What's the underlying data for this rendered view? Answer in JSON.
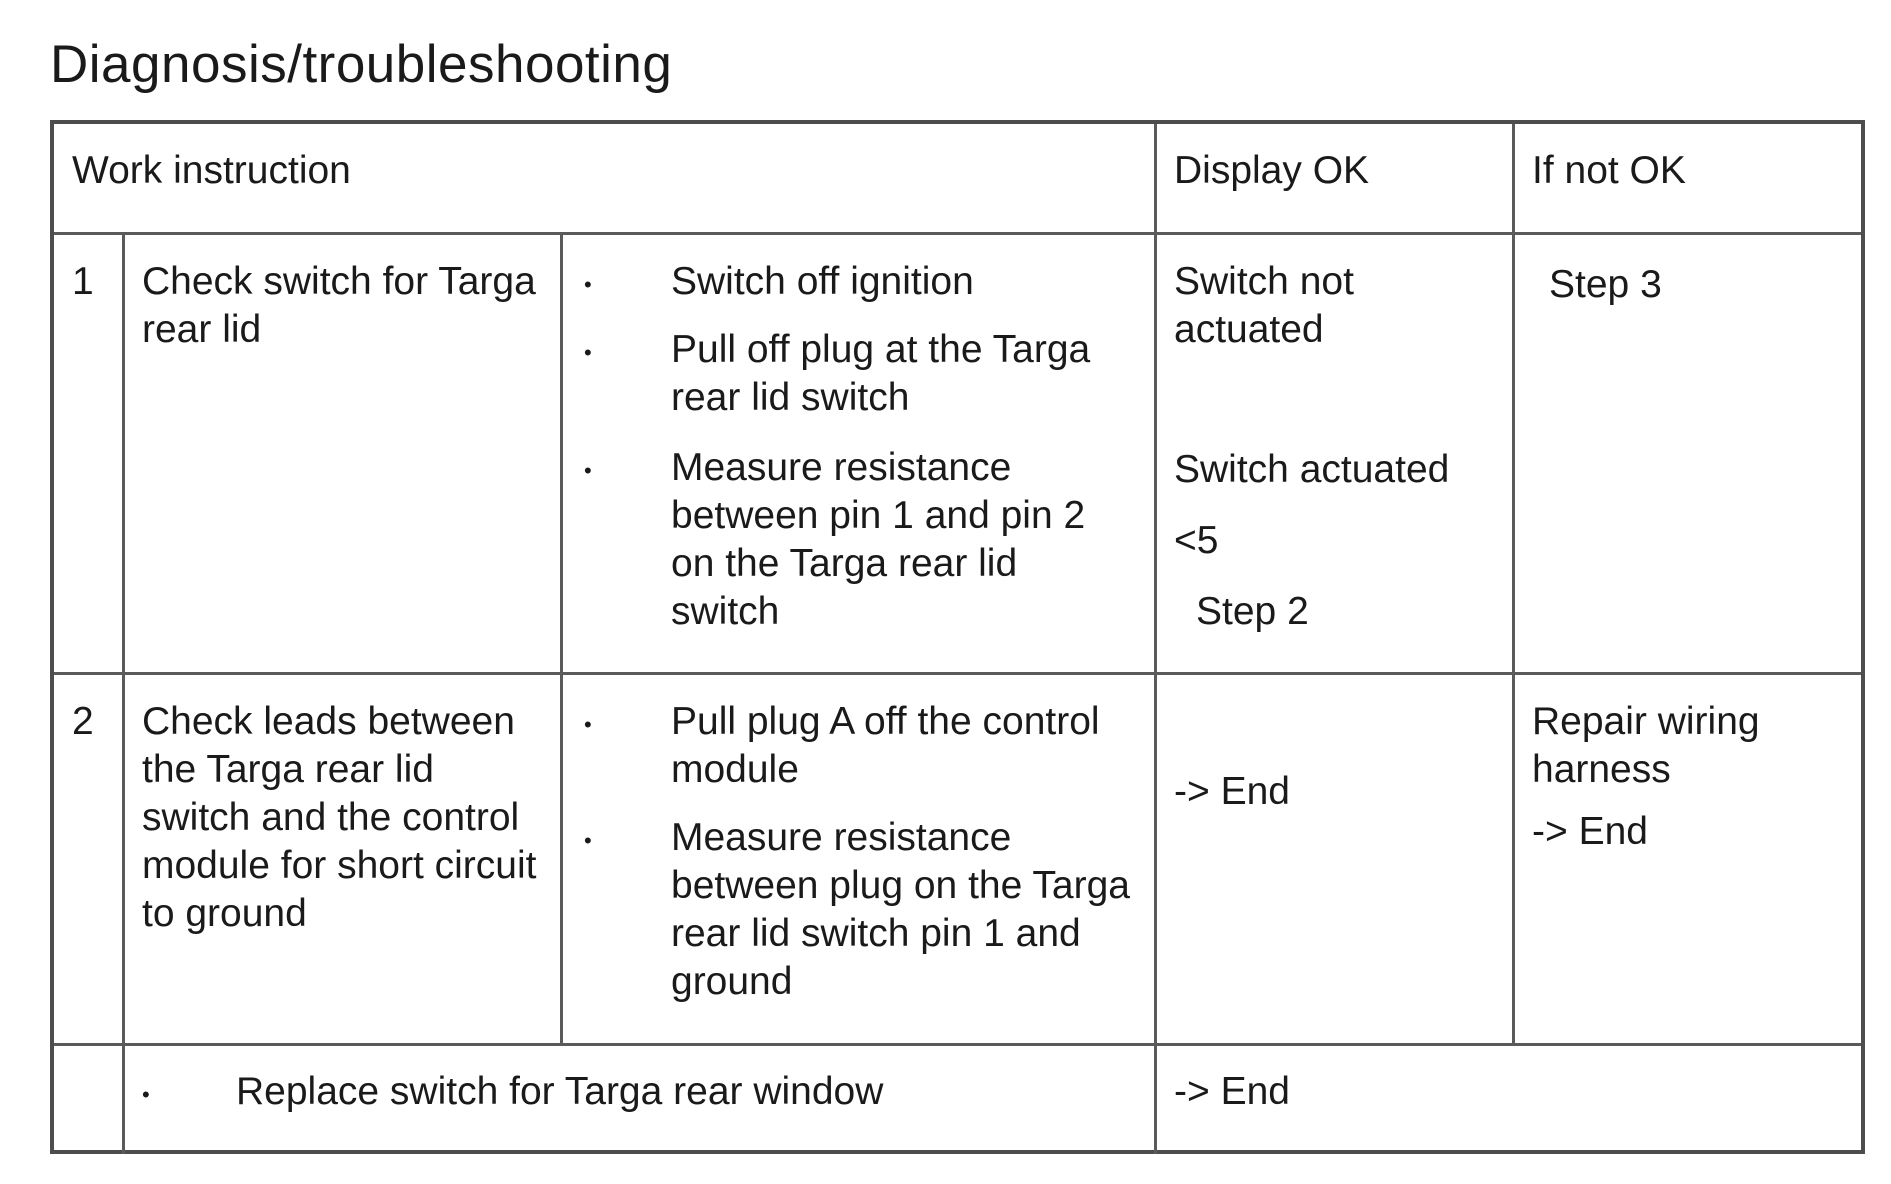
{
  "title": "Diagnosis/troubleshooting",
  "headers": {
    "work_instruction": "Work instruction",
    "display_ok": "Display OK",
    "if_not_ok": "If not OK"
  },
  "rows": [
    {
      "step": "1",
      "check": [
        "Check switch for Targa",
        "rear lid"
      ],
      "actions": [
        [
          "Switch off ignition"
        ],
        [
          "Pull off plug at the Targa",
          "rear lid switch"
        ],
        [
          "Measure resistance",
          "between pin 1 and pin 2",
          "on the Targa rear lid",
          "switch"
        ]
      ],
      "display_ok": {
        "line1": "Switch not",
        "line2": "actuated",
        "line3": "Switch actuated",
        "line4": "<5",
        "line5": "Step 2"
      },
      "if_not_ok": "Step 3"
    },
    {
      "step": "2",
      "check": [
        "Check leads between",
        "the Targa rear lid",
        "switch and the control",
        "module for short circuit",
        "to ground"
      ],
      "actions": [
        [
          "Pull plug A off the control",
          "module"
        ],
        [
          "Measure resistance",
          "between plug on the Targa",
          "rear lid switch pin 1 and",
          "ground"
        ]
      ],
      "display_ok": "-> End",
      "if_not_ok": [
        "Repair wiring",
        "harness",
        "-> End"
      ]
    },
    {
      "step": "",
      "action": "Replace switch for Targa rear window",
      "display_ok": "-> End"
    }
  ],
  "bullet_symbol": "•"
}
